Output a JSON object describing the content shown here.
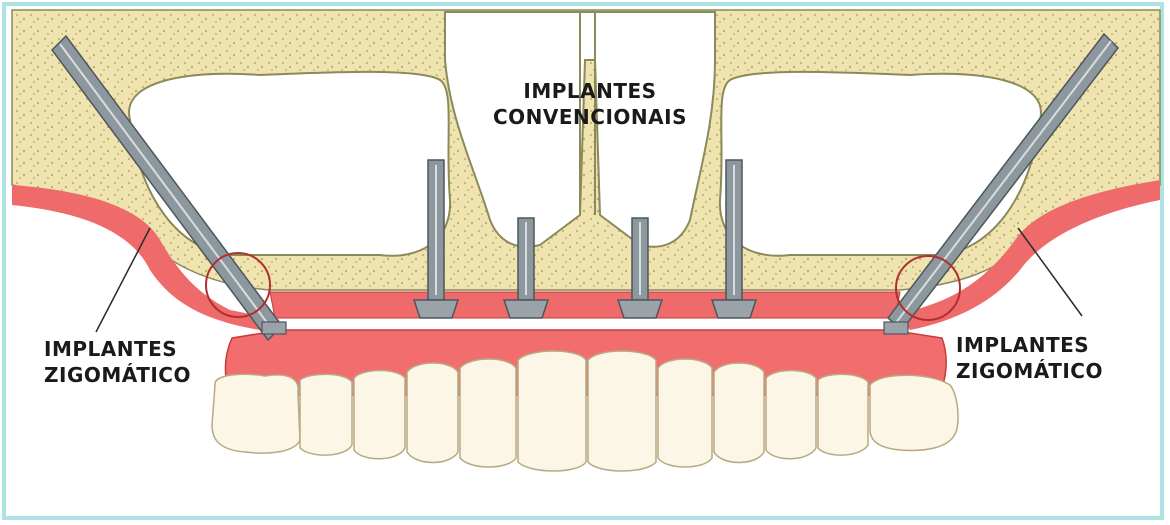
{
  "labels": {
    "conventional": {
      "line1": "IMPLANTES",
      "line2": "CONVENCIONAIS"
    },
    "zygomatic_left": {
      "line1": "IMPLANTES",
      "line2": "ZIGOMÁTICO"
    },
    "zygomatic_right": {
      "line1": "IMPLANTES",
      "line2": "ZIGOMÁTICO"
    }
  },
  "colors": {
    "bone": "#efe3b0",
    "bone_speckle": "#b9a96a",
    "gum": "#f06b6b",
    "gum_dark": "#c83a3a",
    "tooth": "#fbf6e6",
    "implant": "#8d979e",
    "frame": "#aee3e6"
  }
}
